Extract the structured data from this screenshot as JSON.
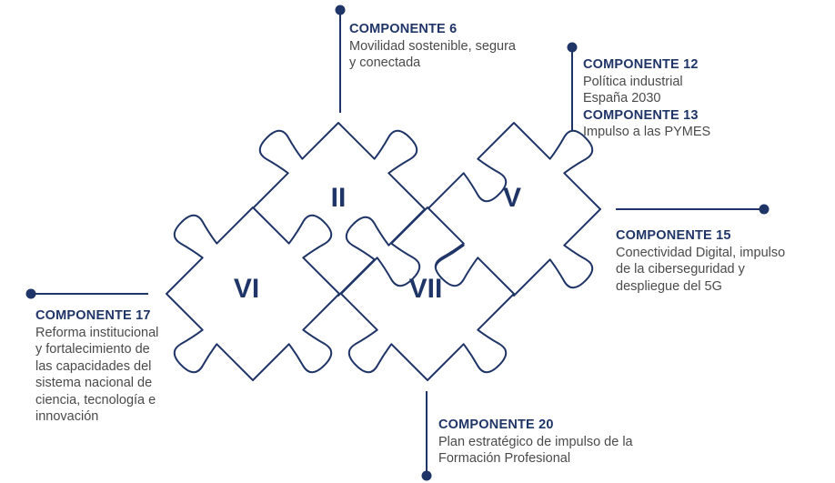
{
  "colors": {
    "primary": "#1f3567",
    "text": "#4a4a4a",
    "background": "#ffffff"
  },
  "pieces": [
    {
      "id": "II",
      "numeral": "II"
    },
    {
      "id": "V",
      "numeral": "V"
    },
    {
      "id": "VI",
      "numeral": "VI"
    },
    {
      "id": "VII",
      "numeral": "VII"
    }
  ],
  "components": [
    {
      "id": "c6",
      "title": "COMPONENTE 6",
      "description": "Movilidad sostenible, segura\ny conectada"
    },
    {
      "id": "c12",
      "title": "COMPONENTE 12",
      "description": "Política industrial\nEspaña 2030"
    },
    {
      "id": "c13",
      "title": "COMPONENTE 13",
      "description": "Impulso a las PYMES"
    },
    {
      "id": "c15",
      "title": "COMPONENTE 15",
      "description": "Conectividad Digital, impulso\nde la ciberseguridad y\ndespliegue del 5G"
    },
    {
      "id": "c17",
      "title": "COMPONENTE 17",
      "description": "Reforma institucional\ny fortalecimiento de\nlas capacidades del\nsistema nacional de\nciencia, tecnología e\ninnovación"
    },
    {
      "id": "c20",
      "title": "COMPONENTE 20",
      "description": "Plan estratégico de impulso de la\nFormación Profesional"
    }
  ]
}
